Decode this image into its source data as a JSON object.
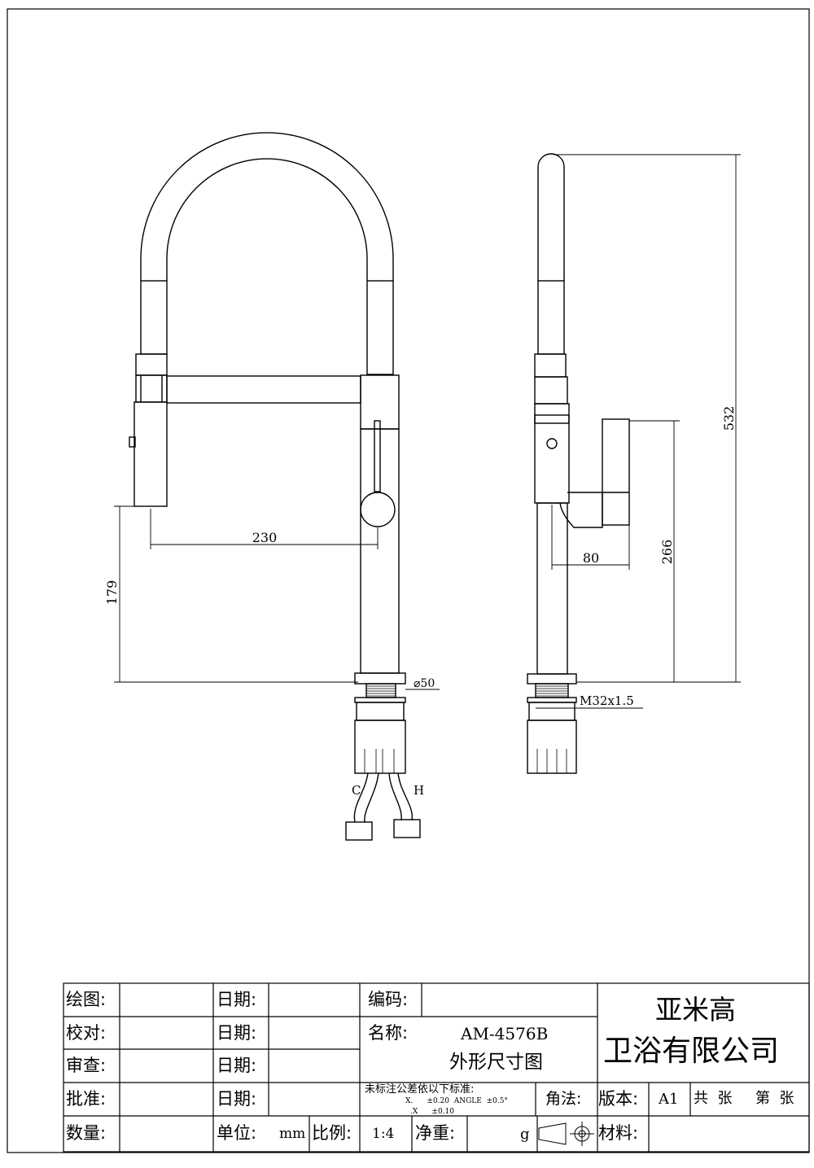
{
  "views": {
    "front": {
      "dim_reach": "230",
      "dim_spout_height": "179",
      "dim_base_diameter": "⌀50",
      "label_cold": "C",
      "label_hot": "H"
    },
    "side": {
      "dim_overall_height": "532",
      "dim_handle_height": "266",
      "dim_handle_offset": "80",
      "dim_thread": "M32x1.5"
    }
  },
  "title_block": {
    "rows": [
      {
        "label": "绘图:",
        "date_label": "日期:",
        "mid_label": "编码:"
      },
      {
        "label": "校对:",
        "date_label": "日期:",
        "mid_label": "名称:"
      },
      {
        "label": "审查:",
        "date_label": "日期:"
      },
      {
        "label": "批准:",
        "date_label": "日期:"
      }
    ],
    "product_code": "AM-4576B",
    "product_name": "外形尺寸图",
    "company_line1": "亚米高",
    "company_line2": "卫浴有限公司",
    "tolerance_title": "未标注公差依以下标准:",
    "tolerance_line1": "X.      ±0.20  ANGLE  ±0.5°",
    "tolerance_line2": ".X      ±0.10",
    "angle_label": "角法:",
    "version_label": "版本:",
    "version_value": "A1",
    "sheet_total": "共  张",
    "sheet_index": "第  张",
    "quantity_label": "数量:",
    "unit_label": "单位:",
    "unit_value": "mm",
    "scale_label": "比例:",
    "scale_value": "1:4",
    "net_weight_label": "净重:",
    "net_weight_unit": "g",
    "material_label": "材料:"
  }
}
